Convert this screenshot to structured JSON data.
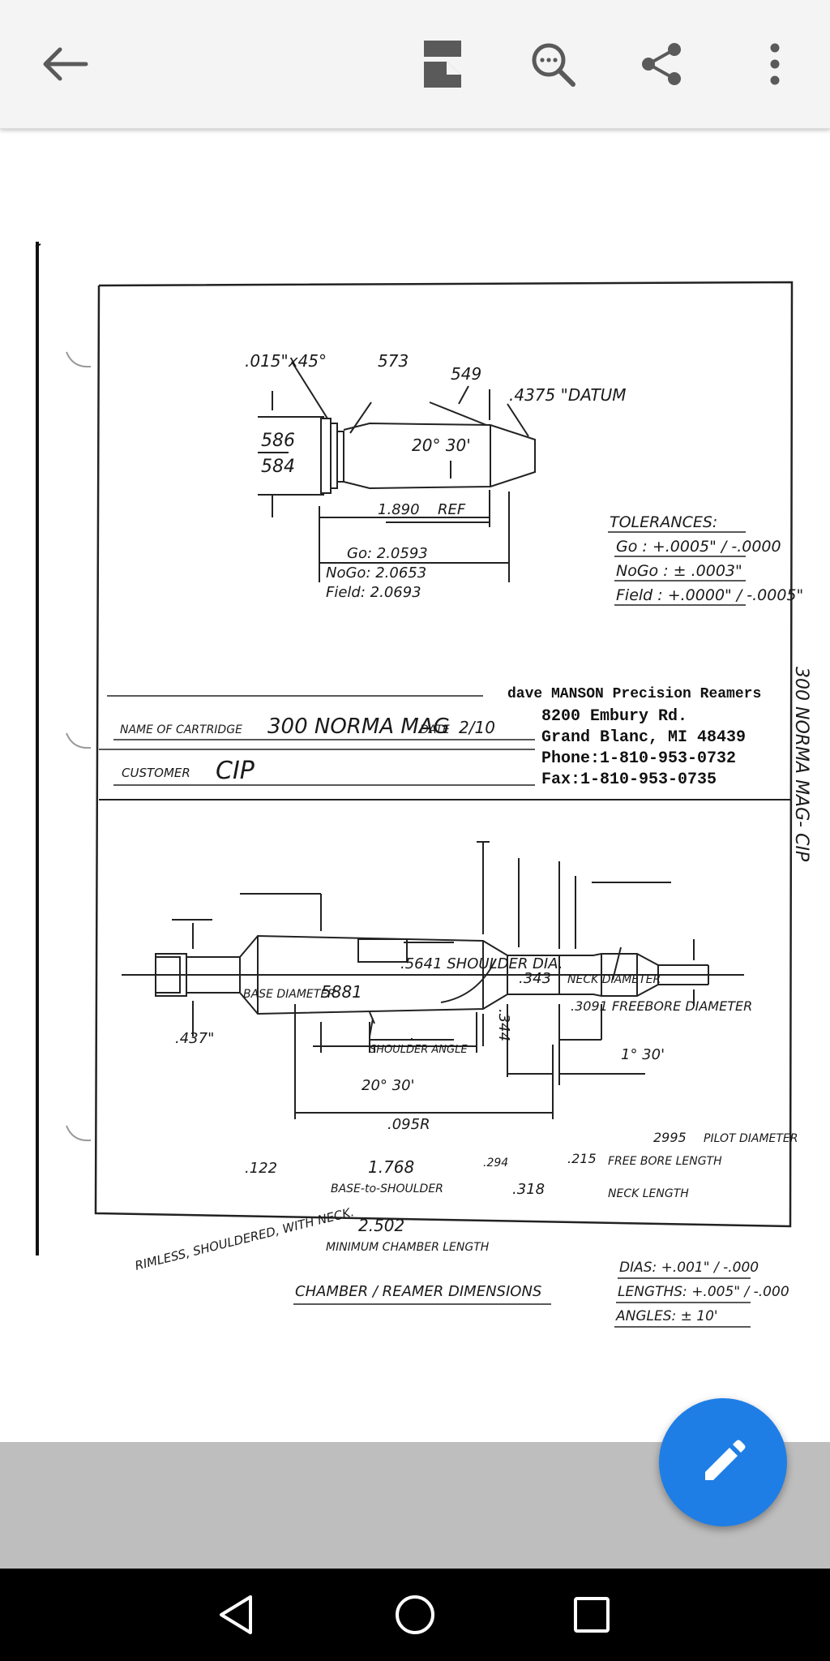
{
  "toolbar": {
    "icons": [
      "back-arrow-icon",
      "document-layout-icon",
      "search-zoom-icon",
      "share-icon",
      "more-vert-icon"
    ]
  },
  "drawing": {
    "top": {
      "chamfer": ".015\"x45°",
      "d573": "573",
      "d549": "549",
      "datum": ".4375 \"DATUM",
      "d586": "586",
      "d584": "584",
      "angle": "20° 30'",
      "ref_value": "1.890",
      "ref_label": "REF",
      "go": "Go:  2.0593",
      "nogo": "NoGo: 2.0653",
      "field": "Field: 2.0693"
    },
    "tolerances": {
      "title": "TOLERANCES:",
      "go": "Go : +.0005\" / -.0000",
      "nogo": "NoGo : ± .0003\"",
      "field": "Field : +.0000\" / -.0005\""
    },
    "company": {
      "name": "dave MANSON Precision Reamers",
      "address1": "8200 Embury Rd.",
      "address2": "Grand Blanc, MI 48439",
      "phone": "Phone:1-810-953-0732",
      "fax": "Fax:1-810-953-0735"
    },
    "form": {
      "name_label": "NAME OF CARTRIDGE",
      "name_value": "300 NORMA MAG",
      "date_label": "DATE",
      "date_value": "2/10",
      "customer_label": "CUSTOMER",
      "customer_value": "CIP"
    },
    "side_label": "300 NORMA MAG- CIP",
    "bottom": {
      "shoulder_dia": ".5641 SHOULDER DIA.",
      "neck_dia_value": ".343",
      "neck_dia_label": "NECK DIAMETER",
      "freebore_dia": ".3091 FREEBORE DIAMETER",
      "base_dia_label": "BASE DIAMETER",
      "base_dia_value": "5881",
      "rim": ".437\"",
      "shoulder_angle_label": "SHOULDER ANGLE",
      "shoulder_angle_value": "20° 30'",
      "radius": ".095R",
      "d344": ".344",
      "one_thirty": "1° 30'",
      "pilot_value": "2995",
      "pilot_label": "PILOT DIAMETER",
      "d122": ".122",
      "d1768": "1.768",
      "base_to_shoulder": "BASE-to-SHOULDER",
      "d294": ".294",
      "d215": ".215",
      "freebore_length": "FREE BORE LENGTH",
      "d318": ".318",
      "neck_length": "NECK LENGTH",
      "d2502": "2.502",
      "min_chamber": "MINIMUM CHAMBER LENGTH",
      "rimless": "RIMLESS, SHOULDERED, WITH NECK.",
      "title": "CHAMBER / REAMER DIMENSIONS",
      "tol_dias": "DIAS: +.001\" / -.000",
      "tol_lengths": "LENGTHS: +.005\" / -.000",
      "tol_angles": "ANGLES: ± 10'"
    }
  },
  "fab": {
    "icon": "pencil-edit-icon"
  },
  "navbar": {
    "icons": [
      "nav-back-icon",
      "nav-home-icon",
      "nav-recents-icon"
    ]
  }
}
